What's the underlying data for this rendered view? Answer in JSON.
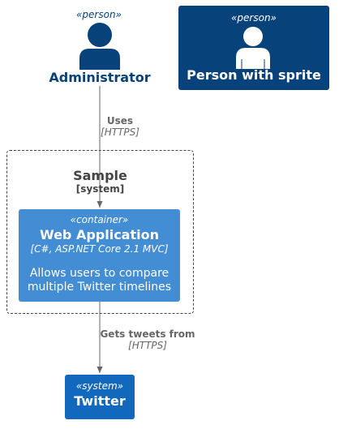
{
  "colors": {
    "person": "#08427b",
    "container": "#438dd5",
    "system": "#1168bd",
    "relationship": "#666666",
    "boundary": "#444444"
  },
  "admin": {
    "stereotype": "«person»",
    "name": "Administrator",
    "icon": "person-icon"
  },
  "sprite_person": {
    "stereotype": "«person»",
    "name": "Person with sprite",
    "icon": "user-sprite-icon"
  },
  "rel_uses": {
    "label": "Uses",
    "technology": "[HTTPS]"
  },
  "boundary": {
    "title": "Sample",
    "type": "[system]"
  },
  "web_app": {
    "stereotype": "«container»",
    "name": "Web Application",
    "technology": "[C#, ASP.NET Core 2.1 MVC]",
    "description_lines": [
      "Allows users to compare",
      "multiple Twitter timelines"
    ]
  },
  "rel_tweets": {
    "label": "Gets tweets from",
    "technology": "[HTTPS]"
  },
  "twitter": {
    "stereotype": "«system»",
    "name": "Twitter"
  }
}
